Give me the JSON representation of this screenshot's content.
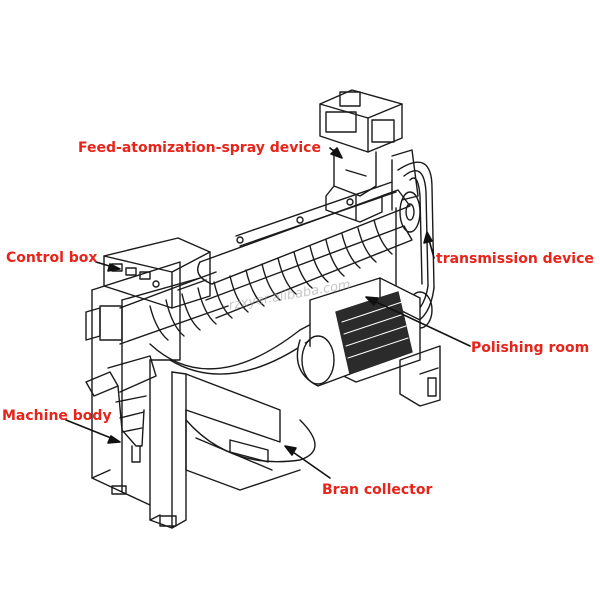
{
  "labels": {
    "feed_atomization": "Feed-atomization-spray device",
    "control_box": "Control box",
    "transmission": "transmission device",
    "polishing_room": "Polishing room",
    "machine_body": "Machine body",
    "bran_collector": "Bran collector"
  },
  "watermark": "rzxyer.alibaba.com",
  "colors": {
    "label_text": "#e8231a",
    "line": "#1a1a1a",
    "arrow": "#111111",
    "background": "#ffffff",
    "motor_dark": "#2b2b2b"
  }
}
